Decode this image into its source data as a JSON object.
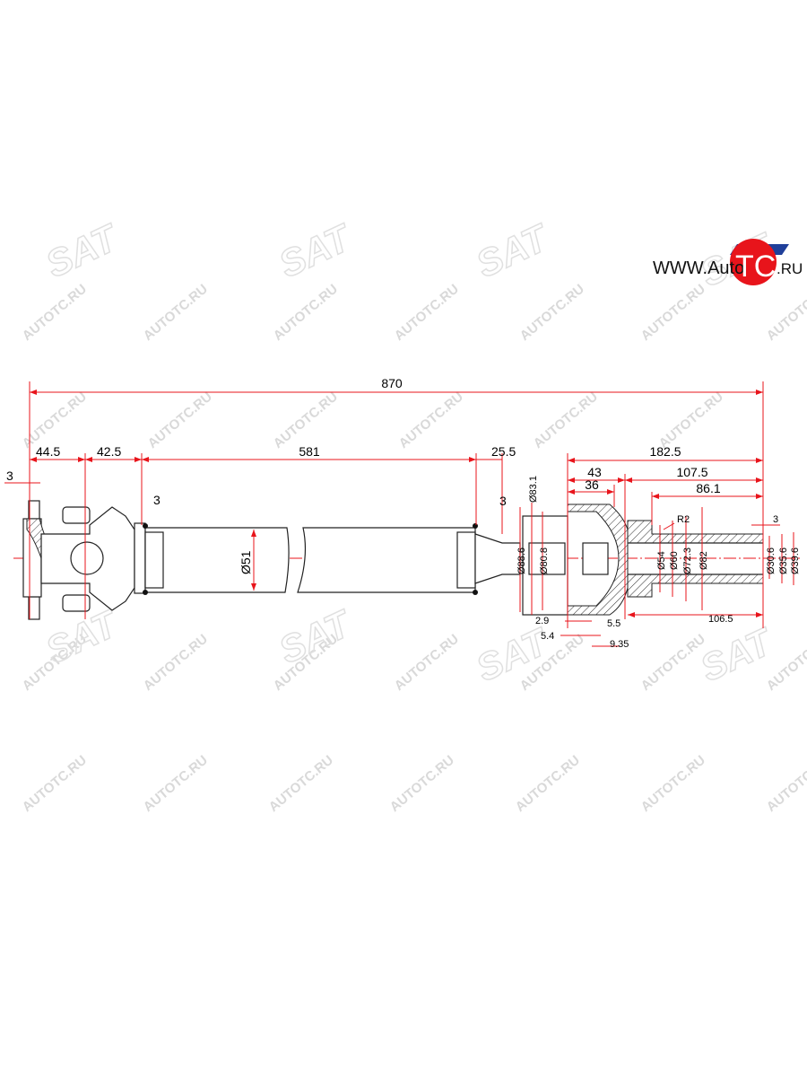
{
  "logo": {
    "prefix": "WWW.Auto",
    "brand": "TC",
    "suffix": ".RU",
    "brand_color": "#e8141b",
    "accent_color": "#1f3f9a"
  },
  "watermark": {
    "text": "AUTOTC.RU",
    "logo_text": "SAT"
  },
  "colors": {
    "dimension": "#e8141b",
    "outline": "#222222"
  },
  "dimensions": {
    "overall": "870",
    "flange_thk": "3",
    "yoke1": "44.5",
    "yoke2": "42.5",
    "tube": "581",
    "weld_right": "25.5",
    "cv_total": "182.5",
    "d43": "43",
    "d36": "36",
    "d107": "107.5",
    "d86": "86.1",
    "weld_left_callout": "3",
    "weld_right_callout": "3",
    "tube_dia": "Ø51",
    "dia_83_1": "Ø83.1",
    "dia_88_6": "Ø88.6",
    "dia_80_8": "Ø80.8",
    "dia_54": "Ø54",
    "dia_60": "Ø60",
    "dia_72_3": "Ø72.3",
    "dia_82": "Ø82",
    "dia_30_6": "Ø30.6",
    "dia_35_6": "Ø35.6",
    "dia_39_6": "Ø39.6",
    "radius": "R2",
    "chamfer": "3",
    "d2_9": "2.9",
    "d5_4": "5.4",
    "d5_5": "5.5",
    "d9_35": "9.35",
    "d106_5": "106.5"
  }
}
